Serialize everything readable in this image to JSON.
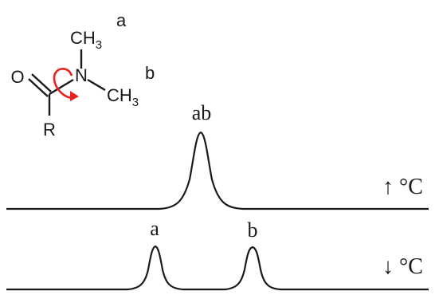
{
  "molecule": {
    "oxygen": "O",
    "nitrogen": "N",
    "r_group": "R",
    "methyl_a": {
      "base": "CH",
      "sub": "3"
    },
    "methyl_b": {
      "base": "CH",
      "sub": "3"
    },
    "label_a": "a",
    "label_b": "b"
  },
  "spectra": {
    "high_temp": {
      "peak_label": "ab",
      "condition": "↑ °C"
    },
    "low_temp": {
      "peak_label_a": "a",
      "peak_label_b": "b",
      "condition": "↓ °C"
    }
  },
  "colors": {
    "rotation_arrow": "#e8231f",
    "line": "#1a1a1a"
  }
}
